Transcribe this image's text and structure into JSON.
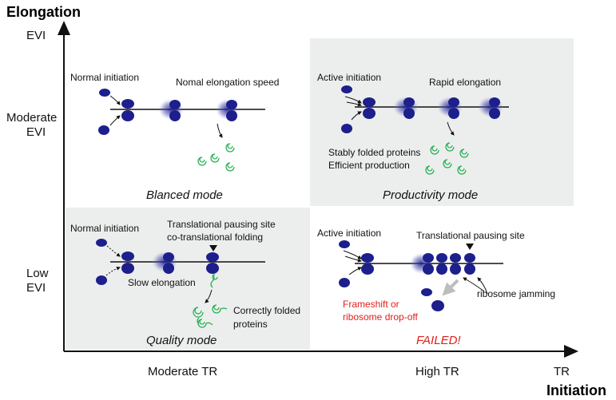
{
  "colors": {
    "ribosome": "#1c1f8c",
    "panel_bg": "#eceeed",
    "protein": "#1fae4e",
    "failed": "#e0201b",
    "arrow_gray": "#bdbdbd"
  },
  "axes": {
    "y_title": "Elongation",
    "y_top": "EVI",
    "y_mid_1": "Moderate",
    "y_mid_2": "EVI",
    "y_low_1": "Low",
    "y_low_2": "EVI",
    "x_title": "Initiation",
    "x_moderate": "Moderate TR",
    "x_high": "High TR",
    "x_end": "TR"
  },
  "panels": {
    "balanced": {
      "init": "Normal initiation",
      "elong": "Nomal elongation speed",
      "mode": "Blanced mode"
    },
    "productivity": {
      "init": "Active initiation",
      "elong": "Rapid elongation",
      "proteins_1": "Stably folded proteins",
      "proteins_2": "Efficient production",
      "mode": "Productivity mode"
    },
    "quality": {
      "init": "Normal initiation",
      "pause_1": "Translational pausing site",
      "pause_2": "co-translational folding",
      "slow": "Slow elongation",
      "folded_1": "Correctly folded",
      "folded_2": "proteins",
      "mode": "Quality mode"
    },
    "failed": {
      "init": "Active initiation",
      "pause": "Translational pausing site",
      "jam": "ribosome jamming",
      "drop_1": "Frameshift or",
      "drop_2": "ribosome drop-off",
      "mode": "FAILED!"
    }
  }
}
